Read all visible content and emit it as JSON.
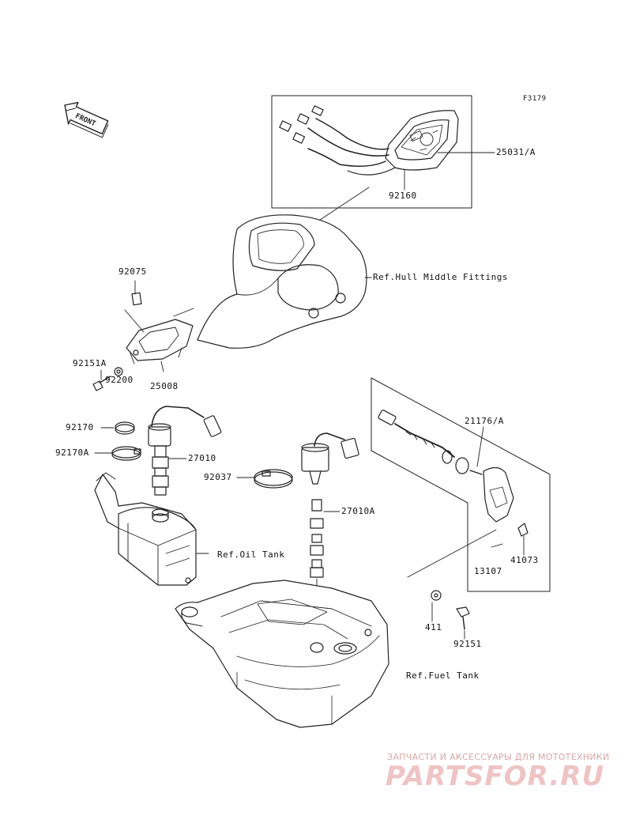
{
  "figure_code": "F3179",
  "front_label": "FRONT",
  "parts": {
    "p25031": "25031/A",
    "p92160": "92160",
    "p92075": "92075",
    "p92151a": "92151A",
    "p92200": "92200",
    "p25008": "25008",
    "p92170": "92170",
    "p92170a": "92170A",
    "p27010": "27010",
    "p92037": "92037",
    "p27010a": "27010A",
    "p21176": "21176/A",
    "p41073": "41073",
    "p13107": "13107",
    "p411": "411",
    "p92151": "92151"
  },
  "references": {
    "hull": "Ref.Hull Middle Fittings",
    "oil": "Ref.Oil Tank",
    "fuel": "Ref.Fuel Tank"
  },
  "watermark": {
    "tagline": "ЗАПЧАСТИ И АКСЕССУАРЫ ДЛЯ МОТОТЕХНИКИ",
    "brand": "PARTSFOR.RU"
  }
}
